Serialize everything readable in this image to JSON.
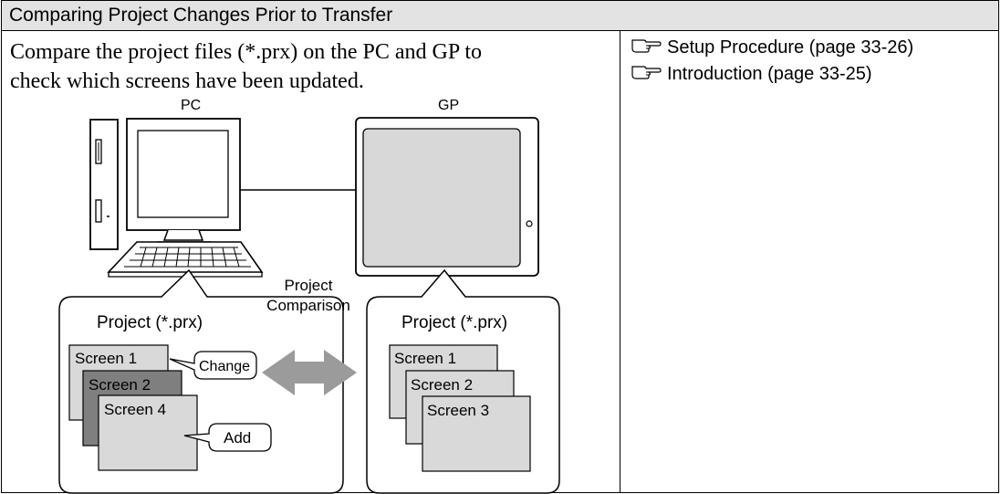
{
  "header": {
    "title": "Comparing Project Changes Prior to Transfer"
  },
  "description": {
    "line1": "Compare the project files (*.prx) on the PC and GP to",
    "line2": "check which screens have been updated."
  },
  "references": [
    {
      "icon": "pointing-hand-icon",
      "label": "Setup Procedure (page 33-26)"
    },
    {
      "icon": "pointing-hand-icon",
      "label": "Introduction (page 33-25)"
    }
  ],
  "diagram": {
    "pc_label": "PC",
    "gp_label": "GP",
    "comparison_label_1": "Project",
    "comparison_label_2": "Comparison",
    "pc_project": {
      "title": "Project (*.prx)",
      "screens": [
        "Screen 1",
        "Screen 2",
        "Screen 4"
      ],
      "callouts": [
        "Change",
        "Add"
      ]
    },
    "gp_project": {
      "title": "Project (*.prx)",
      "screens": [
        "Screen 1",
        "Screen 2",
        "Screen 3"
      ]
    }
  },
  "colors": {
    "header_bg": "#e3e3e3",
    "screen_light": "#d9d9d9",
    "screen_dark": "#7f7f7f",
    "gp_display": "#d8d8d8",
    "arrow": "#9b9b9b"
  }
}
